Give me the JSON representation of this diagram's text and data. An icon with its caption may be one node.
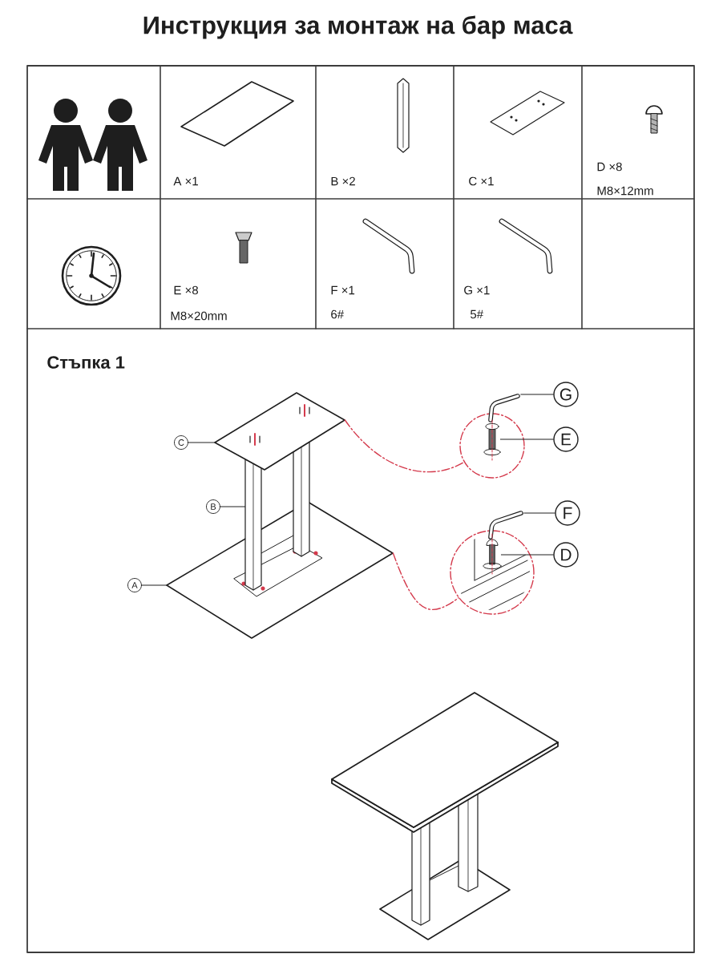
{
  "diagram": {
    "title": "Инструкция за монтаж на бар маса",
    "nodes": [
      {
        "text": [
          "C"
        ]
      },
      {
        "text": [
          "B"
        ]
      },
      {
        "text": [
          "A"
        ]
      },
      {
        "text": [
          "G"
        ]
      },
      {
        "text": [
          "E"
        ]
      },
      {
        "text": [
          "F"
        ]
      },
      {
        "text": [
          "D"
        ]
      },
      {
        "text": [],
        "shape": "picture"
      },
      {
        "text": [],
        "shape": "picture"
      },
      {
        "text": [],
        "shape": "picture"
      },
      {
        "text": [],
        "shape": "circle"
      },
      {
        "text": [],
        "shape": "picture"
      },
      {
        "text": [],
        "shape": "picture",
        "in": 10
      },
      {
        "text": [],
        "shape": "circle"
      },
      {
        "text": [],
        "shape": "picture"
      },
      {
        "text": [],
        "shape": "picture",
        "in": 13
      }
    ],
    "edges": [
      {
        "from": 0,
        "to": 7,
        "arrow": "none"
      },
      {
        "from": 1,
        "to": 8,
        "arrow": "none"
      },
      {
        "from": 2,
        "to": 9,
        "arrow": "none"
      },
      {
        "from": 3,
        "to": 11,
        "arrow": "none"
      },
      {
        "from": 4,
        "to": 12,
        "arrow": "none"
      },
      {
        "from": 5,
        "to": 14,
        "arrow": "none"
      },
      {
        "from": 6,
        "to": 15,
        "arrow": "none"
      },
      {
        "from": 7,
        "to": 10,
        "arrow": "none",
        "style": "dashed",
        "color": "#d43a4c"
      },
      {
        "from": 9,
        "to": 13,
        "arrow": "none",
        "style": "dashed",
        "color": "#d43a4c"
      }
    ],
    "labels": [
      "A ×1",
      "B ×2",
      "C ×1",
      "D ×8",
      "M8×12mm",
      "E ×8",
      "M8×20mm",
      "F ×1",
      "6#",
      "G ×1",
      "5#",
      "Стъпка 1"
    ]
  }
}
